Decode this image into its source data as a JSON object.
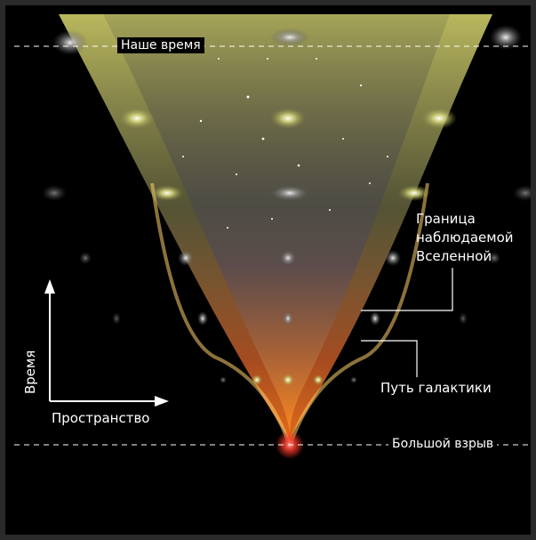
{
  "labels": {
    "our_time": "Наше время",
    "horizon_line1": "Граница",
    "horizon_line2": "наблюдаемой",
    "horizon_line3": "Вселенной",
    "galaxy_path": "Путь галактики",
    "big_bang": "Большой взрыв",
    "time_axis": "Время",
    "space_axis": "Пространство"
  },
  "colors": {
    "background": "#000000",
    "frame": "#2a2a2a",
    "cone_top": "#f4f08a",
    "cone_bottom": "#e86a1a",
    "big_bang_glow": "#ff3a2a",
    "text": "#ffffff"
  }
}
